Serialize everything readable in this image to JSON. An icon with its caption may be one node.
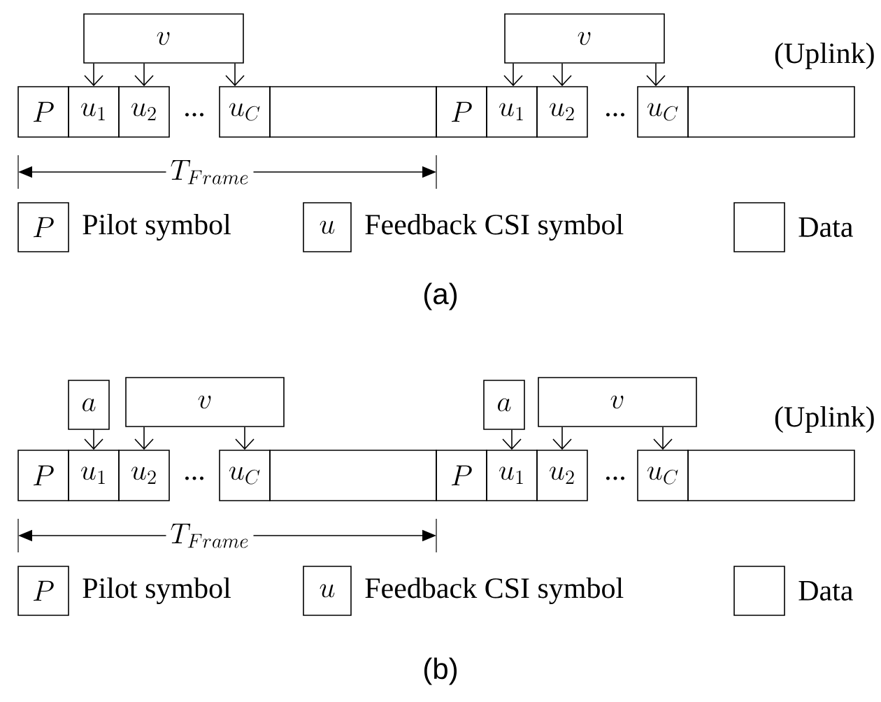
{
  "diagram": {
    "nodes": [
      {
        "text": [
          "v"
        ]
      },
      {
        "text": [
          "v"
        ]
      },
      {
        "text": [
          "P"
        ]
      },
      {
        "text": [
          "u_1"
        ]
      },
      {
        "text": [
          "u_2"
        ]
      },
      {
        "text": [
          "u_C"
        ]
      },
      {
        "text": [],
        "shape": "box"
      },
      {
        "text": [
          "P"
        ]
      },
      {
        "text": [
          "u_1"
        ]
      },
      {
        "text": [
          "u_2"
        ]
      },
      {
        "text": [
          "u_C"
        ]
      },
      {
        "text": [],
        "shape": "box"
      },
      {
        "text": [
          "P"
        ],
        "beside": [
          "Pilot symbol"
        ]
      },
      {
        "text": [
          "u"
        ],
        "beside": [
          "Feedback CSI symbol"
        ]
      },
      {
        "text": [],
        "shape": "box",
        "beside": [
          "Data"
        ]
      },
      {
        "text": [
          "a"
        ]
      },
      {
        "text": [
          "v"
        ]
      },
      {
        "text": [
          "a"
        ]
      },
      {
        "text": [
          "v"
        ]
      },
      {
        "text": [
          "P"
        ]
      },
      {
        "text": [
          "u_1"
        ]
      },
      {
        "text": [
          "u_2"
        ]
      },
      {
        "text": [
          "u_C"
        ]
      },
      {
        "text": [],
        "shape": "box"
      },
      {
        "text": [
          "P"
        ]
      },
      {
        "text": [
          "u_1"
        ]
      },
      {
        "text": [
          "u_2"
        ]
      },
      {
        "text": [
          "u_C"
        ]
      },
      {
        "text": [],
        "shape": "box"
      },
      {
        "text": [
          "P"
        ],
        "beside": [
          "Pilot symbol"
        ]
      },
      {
        "text": [
          "u"
        ],
        "beside": [
          "Feedback CSI symbol"
        ]
      },
      {
        "text": [],
        "shape": "box",
        "beside": [
          "Data"
        ]
      }
    ],
    "edges": [
      {
        "from": 0,
        "to": 3,
        "arrow": "to"
      },
      {
        "from": 0,
        "to": 4,
        "arrow": "to"
      },
      {
        "from": 0,
        "to": 5,
        "arrow": "to"
      },
      {
        "from": 1,
        "to": 8,
        "arrow": "to"
      },
      {
        "from": 1,
        "to": 9,
        "arrow": "to"
      },
      {
        "from": 1,
        "to": 10,
        "arrow": "to"
      },
      {
        "from": 15,
        "to": 20,
        "arrow": "to"
      },
      {
        "from": 16,
        "to": 21,
        "arrow": "to"
      },
      {
        "from": 16,
        "to": 22,
        "arrow": "to"
      },
      {
        "from": 17,
        "to": 25,
        "arrow": "to"
      },
      {
        "from": 18,
        "to": 26,
        "arrow": "to"
      },
      {
        "from": 18,
        "to": 27,
        "arrow": "to"
      }
    ],
    "labels": [
      "(Uplink)",
      "...",
      "...",
      "T_{Frame}",
      "(a)",
      "(Uplink)",
      "...",
      "...",
      "T_{Frame}",
      "(b)"
    ]
  }
}
